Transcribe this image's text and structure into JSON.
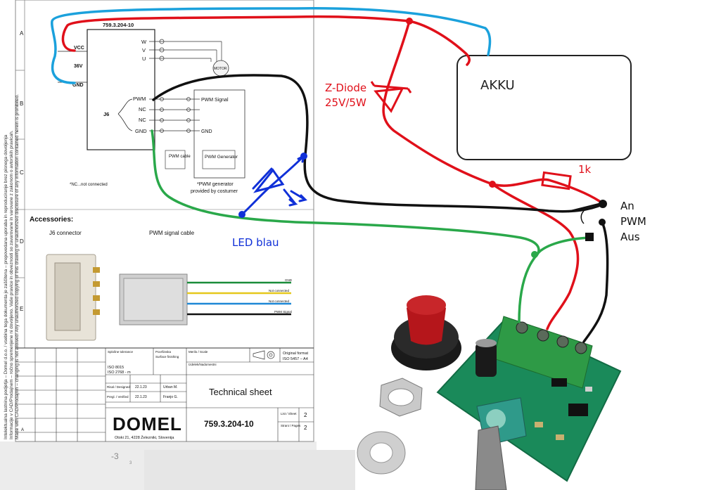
{
  "sheet": {
    "row_labels": [
      "A",
      "B",
      "C",
      "D",
      "E"
    ],
    "side_text": [
      "Intelektualna lastnina podjetja – Domel d.o.o. / vsebina tega dokumenta je zaščitena – prepovedana uporaba in reproduciranje brez pisnega dovoljenja",
      "Informacije v CAD/Prodajnem – ročno spremenjene ni dovoljeno. Vaše pravice in obveznosti so zavarovane in varovane z zakonom o avtorskih pravicah.",
      "Made with CAD/Prodajnih – changing is not allowed! Any unauthorized copying of this drawing or unauthorized disclosure of any information contained herein is prohibited."
    ],
    "motor_block": {
      "title": "759.3.204-10",
      "vcc": "VCC",
      "v36": "36V",
      "gnd": "GND",
      "phases": [
        "W",
        "V",
        "U"
      ],
      "motor": "MOTOR",
      "j6": "J6",
      "pins": [
        "PWM",
        "NC",
        "NC",
        "GND"
      ],
      "nc_note": "*NC...not connected"
    },
    "generator": {
      "pins": [
        "PWM Signal",
        "GND"
      ],
      "cable": "PWM cable",
      "generator": "PWM Generator",
      "note_line1": "*PWM generator",
      "note_line2": "provided by costumer"
    },
    "accessories": {
      "title": "Accessories:",
      "j6_label": "J6 connector",
      "cable_label": "PWM signal cable",
      "wires": [
        "GND",
        "Not connected",
        "Not connected",
        "PWM Signal"
      ]
    },
    "title_block": {
      "tolerance_a": "Splošne tolerance",
      "tolerance_b": "ISO 8015",
      "tolerance_c": "ISO 2768 - m",
      "surface_a": "Površinska",
      "surface_b": "Surface finishing",
      "scale": "Merilo / Scale",
      "product": "Izdelek/Nadomestni",
      "format_a": "Original format",
      "format_b": "ISO 5457 – A4",
      "draw_label": "Risal / Designed",
      "draw_date": "22.1.23",
      "draw_name": "Urban M.",
      "check_label": "Pregl. / Verified",
      "check_date": "22.1.23",
      "check_name": "Franjo G.",
      "sheet_title": "Technical sheet",
      "logo": "DOMEL",
      "address": "Otoki 21, 4228 Železniki, Slovenija",
      "code": "759.3.204-10",
      "sheet_label": "List / Sheet",
      "sheet_no": "2",
      "sheets_label": "Strani / Pages",
      "sheets_no": "2",
      "rev": "A"
    },
    "below_note": "-3",
    "below_note_small": "3"
  },
  "annotations": {
    "akku": "AKKU",
    "zdiode_line1": "Z-Diode",
    "zdiode_line2": "25V/5W",
    "resistor": "1k",
    "led": "LED blau",
    "switch_on": "An",
    "switch_pwm": "PWM",
    "switch_off": "Aus"
  },
  "colors": {
    "wire_red": "#e0101a",
    "wire_blue": "#1ba1dc",
    "wire_green": "#2aa84a",
    "wire_black": "#111111",
    "led_blue": "#1030d8",
    "pcb": "#1a8a5a",
    "terminal": "#2e9a46",
    "knob_red": "#b5161b"
  },
  "icons": [
    "motor-icon",
    "potentiometer-knob-icon",
    "nut-icon",
    "washer-icon",
    "led-symbol-icon",
    "zener-diode-icon",
    "resistor-icon",
    "switch-icon"
  ]
}
